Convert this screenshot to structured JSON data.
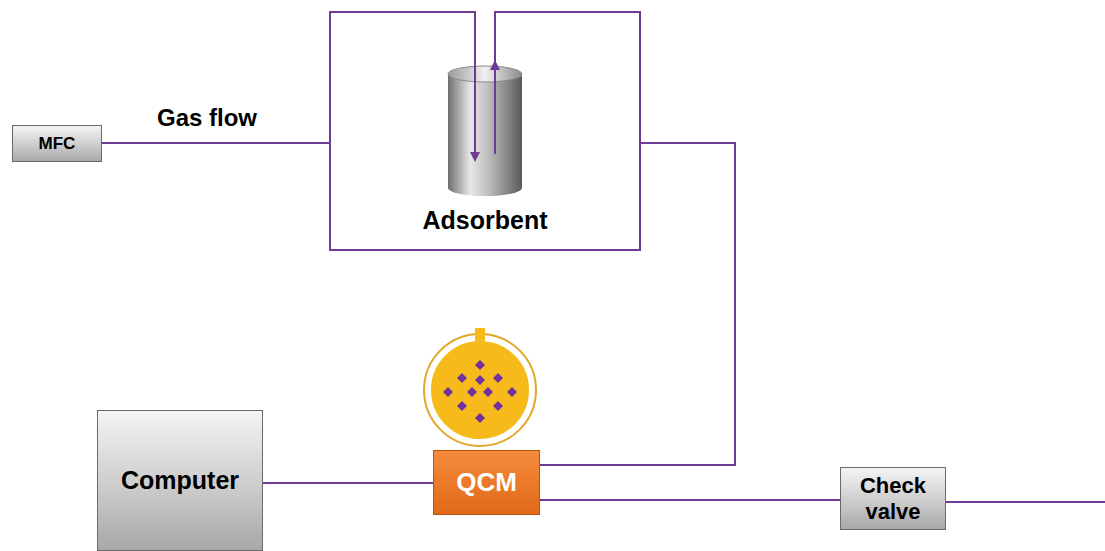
{
  "diagram": {
    "nodes": [
      {
        "text": [
          "MFC"
        ]
      },
      {
        "text": [
          "Adsorbent"
        ]
      },
      {
        "text": [
          "Computer"
        ]
      },
      {
        "text": [
          "QCM"
        ]
      },
      {
        "text": [
          "Check valve"
        ]
      }
    ],
    "edges": [
      {
        "from": 0,
        "to": 1,
        "label": "Gas flow",
        "arrow": "none"
      },
      {
        "from": 1,
        "to": 3,
        "arrow": "none"
      },
      {
        "from": 2,
        "to": 3,
        "arrow": "none"
      },
      {
        "from": 3,
        "to": 4,
        "arrow": "none"
      }
    ]
  }
}
